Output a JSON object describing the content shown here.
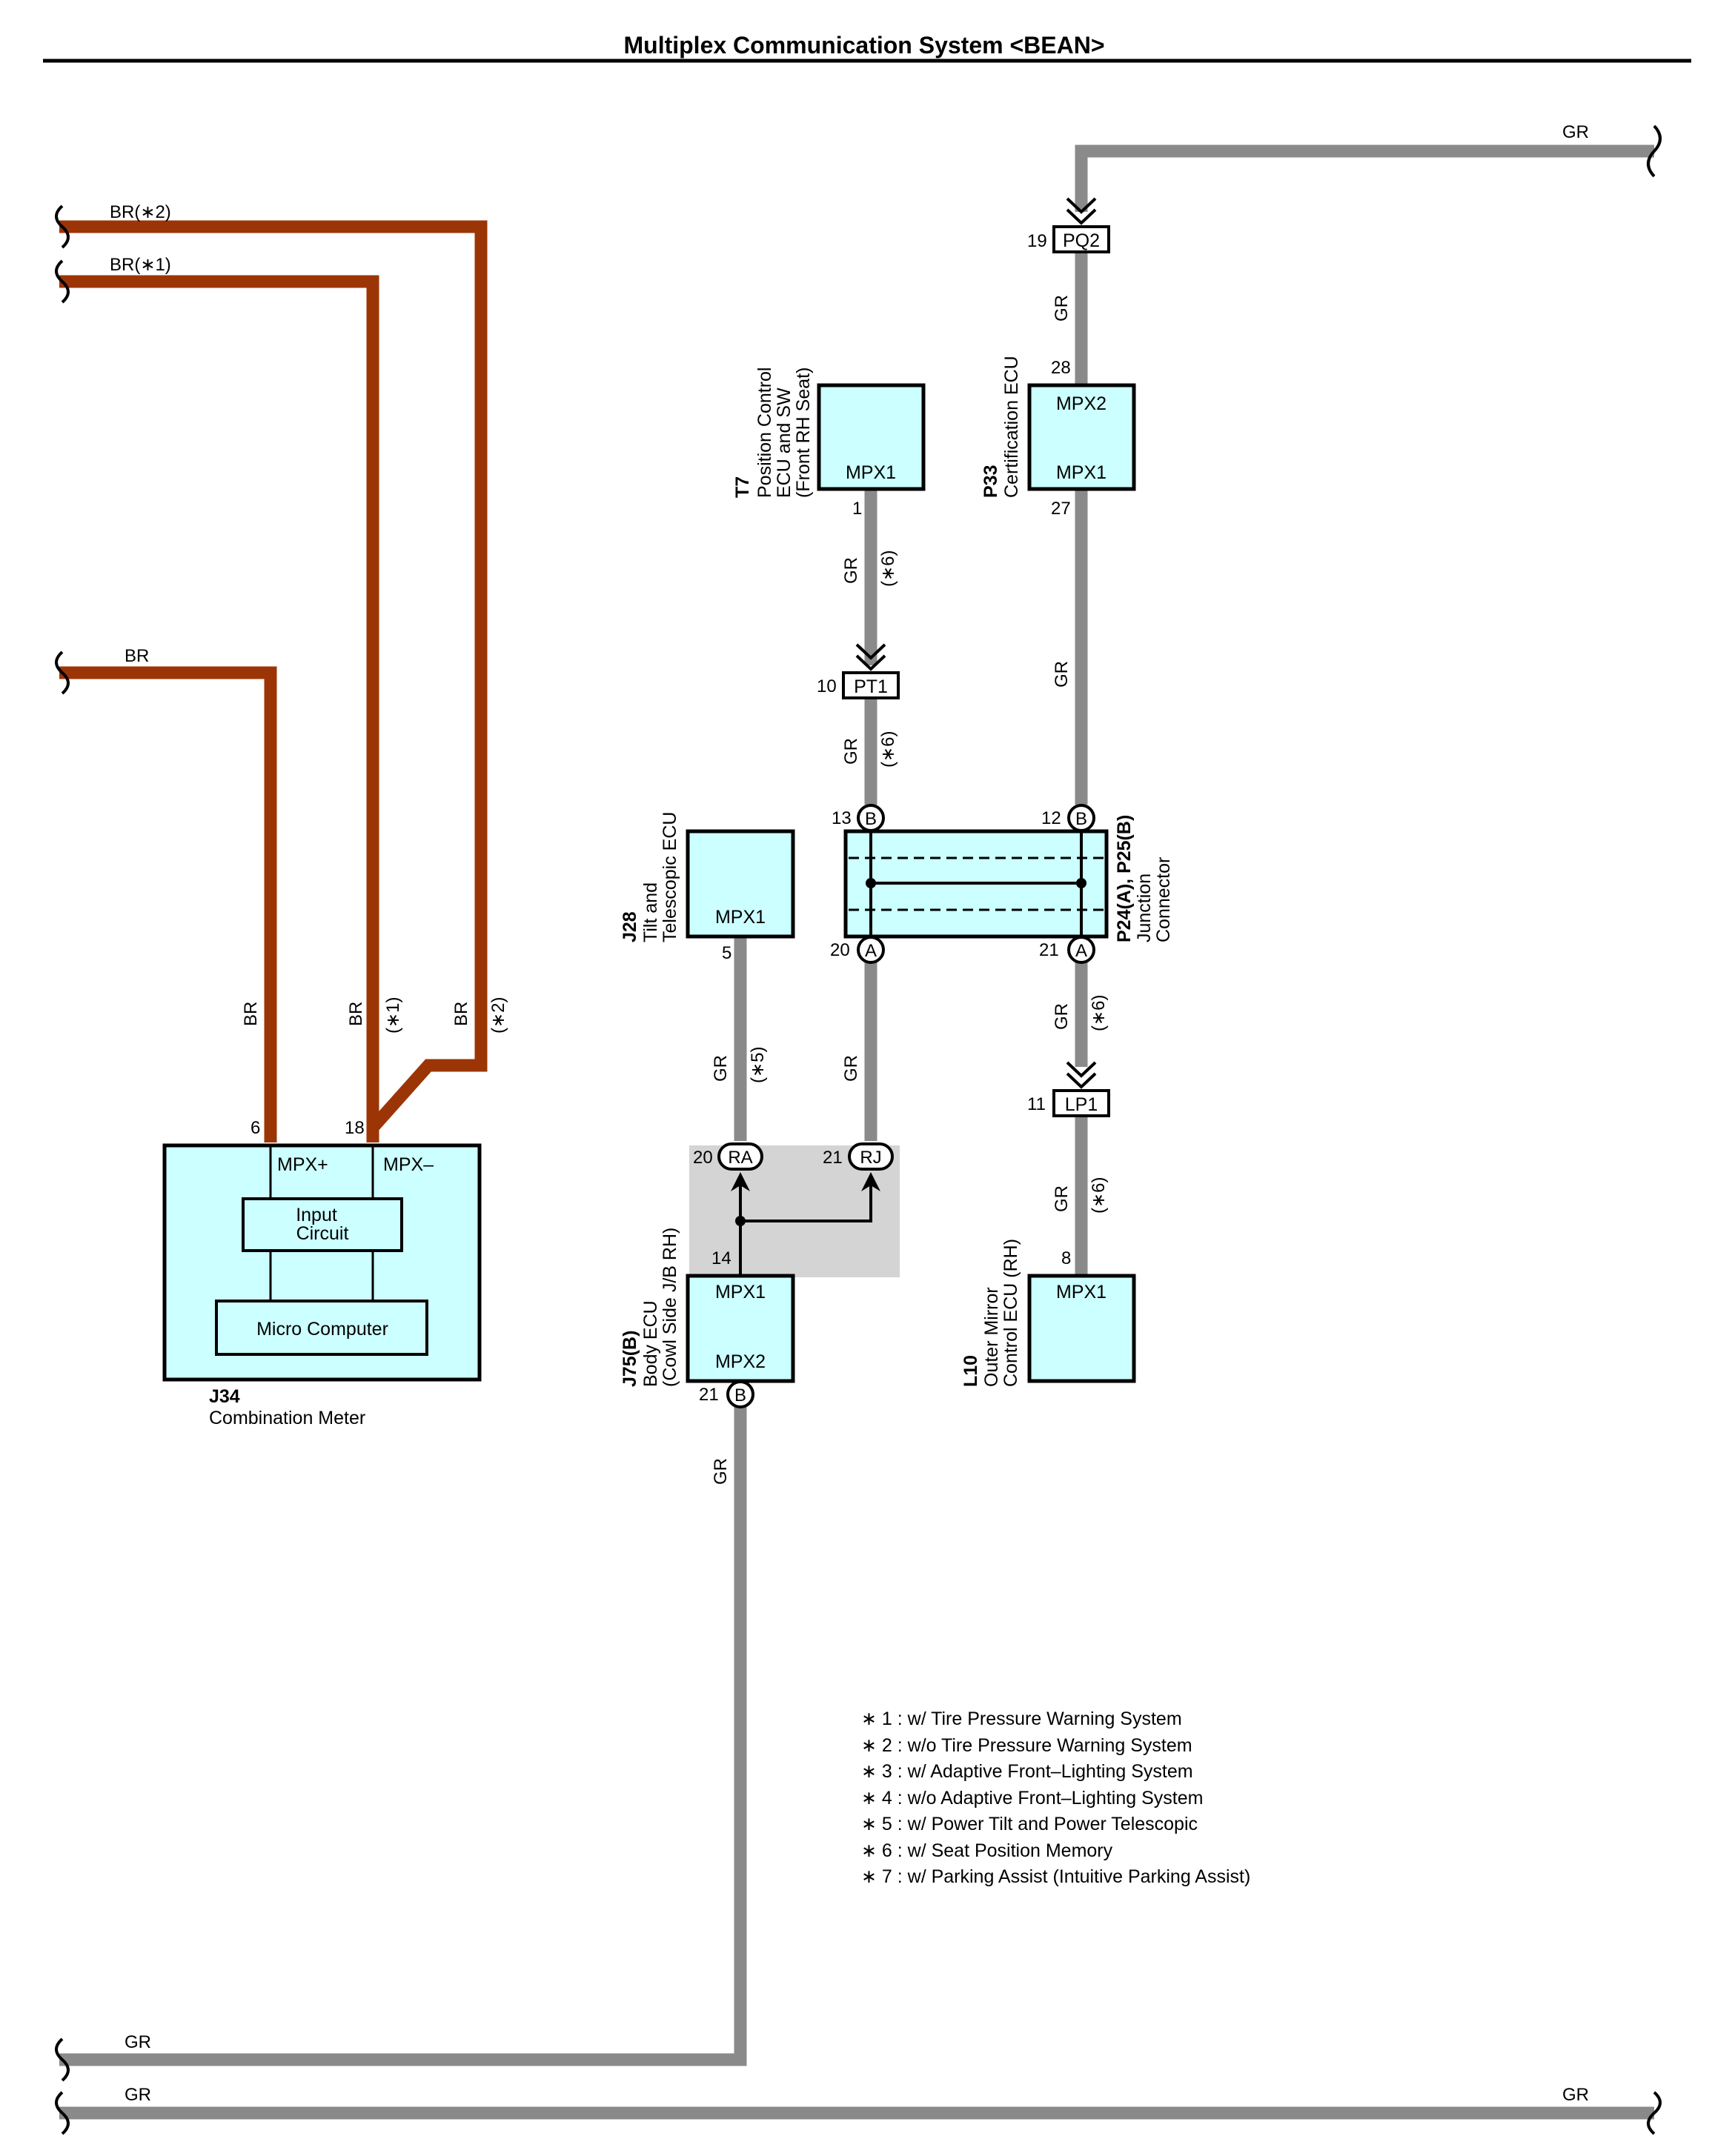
{
  "title": "Multiplex Communication System <BEAN>",
  "wire_colors": {
    "GR": "#8a8a8a",
    "BR": "#9c3506",
    "ecu_fill": "#ccffff",
    "shade": "#d4d4d4"
  },
  "wires": {
    "br2": "BR(∗2)",
    "br1": "BR(∗1)",
    "br": "BR",
    "br_v1": "BR",
    "br_v2": "BR",
    "br_v3": "BR",
    "br_v2_note": "(∗1)",
    "br_v3_note": "(∗2)",
    "gr_top": "GR",
    "gr_pq2": "GR",
    "gr_p33": "GR",
    "gr_t7": "GR",
    "gr_t7_note": "(∗6)",
    "gr_pt1": "GR",
    "gr_pt1_note": "(∗6)",
    "gr_j28": "GR",
    "gr_j28_note": "(∗5)",
    "gr_mid": "GR",
    "gr_a21": "GR",
    "gr_a21_note": "(∗6)",
    "gr_lp1": "GR",
    "gr_lp1_note": "(∗6)",
    "gr_body": "GR",
    "gr_bottom1": "GR",
    "gr_bottom2": "GR",
    "gr_bottom2_r": "GR"
  },
  "connectors": {
    "pq2": "PQ2",
    "pq2_pin": "19",
    "pt1": "PT1",
    "pt1_pin": "10",
    "lp1": "LP1",
    "lp1_pin": "11",
    "ra": "RA",
    "ra_pin": "20",
    "rj": "RJ",
    "rj_pin": "21",
    "b13": "B",
    "b13_pin": "13",
    "b12": "B",
    "b12_pin": "12",
    "a20": "A",
    "a20_pin": "20",
    "a21": "A",
    "a21_pin": "21",
    "b21": "B",
    "b21_pin": "21"
  },
  "components": {
    "j34": {
      "id": "J34",
      "name": "Combination Meter",
      "pin_plus": "6",
      "pin_minus": "18",
      "term_plus": "MPX+",
      "term_minus": "MPX–",
      "input1": "Input",
      "input2": "Circuit",
      "micro": "Micro Computer"
    },
    "t7": {
      "id": "T7",
      "name1": "Position Control",
      "name2": "ECU and SW",
      "name3": "(Front RH Seat)",
      "term": "MPX1",
      "pin": "1"
    },
    "p33": {
      "id": "P33",
      "name1": "Certification ECU",
      "term_top": "MPX2",
      "term_bot": "MPX1",
      "pin_top": "28",
      "pin_bot": "27"
    },
    "j28": {
      "id": "J28",
      "name1": "Tilt and",
      "name2": "Telescopic ECU",
      "term": "MPX1",
      "pin": "5"
    },
    "jc": {
      "id": "P24(A), P25(B)",
      "name1": "Junction",
      "name2": "Connector"
    },
    "j75": {
      "id": "J75(B)",
      "name1": "Body ECU",
      "name2": "(Cowl Side J/B RH)",
      "term_top": "MPX1",
      "term_bot": "MPX2",
      "pin_top": "14"
    },
    "l10": {
      "id": "L10",
      "name1": "Outer Mirror",
      "name2": "Control ECU (RH)",
      "term": "MPX1",
      "pin": "8"
    }
  },
  "notes": [
    "∗ 1 : w/ Tire Pressure Warning System",
    "∗ 2 : w/o Tire Pressure Warning System",
    "∗ 3 : w/ Adaptive Front–Lighting System",
    "∗ 4 : w/o Adaptive Front–Lighting System",
    "∗ 5 : w/ Power Tilt and Power Telescopic",
    "∗ 6 : w/ Seat Position Memory",
    "∗ 7 : w/ Parking Assist (Intuitive Parking Assist)"
  ]
}
